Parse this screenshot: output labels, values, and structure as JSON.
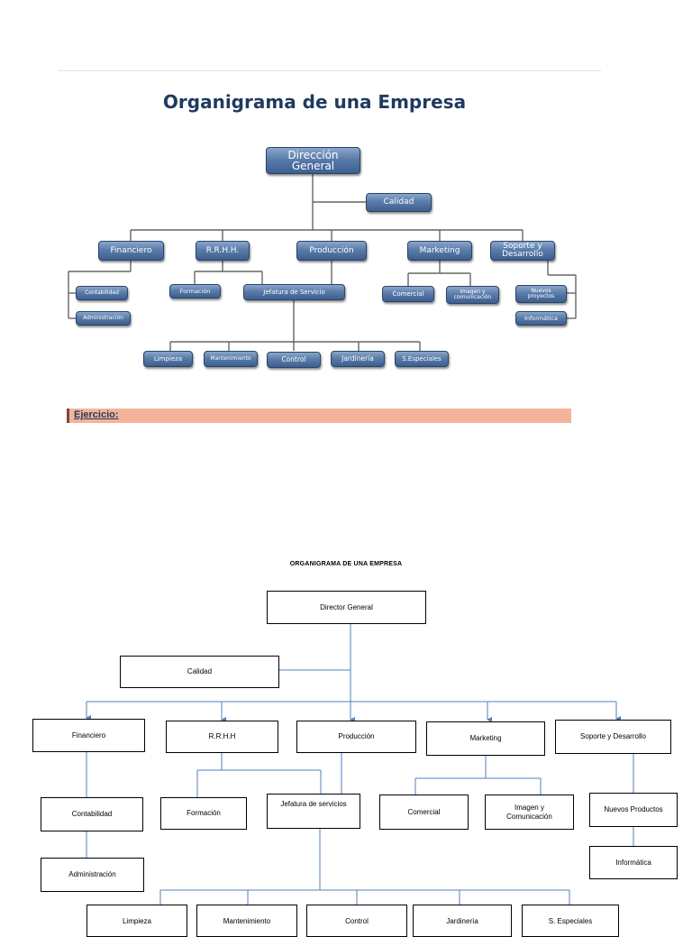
{
  "top_figure": {
    "title": "Organigrama de una Empresa",
    "direccion": "Dirección\nGeneral",
    "calidad": "Calidad",
    "financiero": "Financiero",
    "rrhh": "R.R.H.H.",
    "produccion": "Producción",
    "marketing": "Marketing",
    "soporte": "Soporte y\nDesarrollo",
    "contabilidad": "Contabilidad",
    "administracion": "Administración",
    "formacion": "Formación",
    "jefatura": "Jefatura de Servicio",
    "comercial": "Comercial",
    "imagen": "Imagen y\ncomunicación",
    "nuevos": "Nuevos\nproyectos",
    "informatica": "Informática",
    "limpieza": "Limpieza",
    "mantenimiento": "Mantenimiento",
    "control": "Control",
    "jardineria": "Jardinería",
    "especiales": "S.Especiales",
    "exercise_label": "Ejercicio:"
  },
  "bottom_chart": {
    "title": "ORGANIGRAMA DE UNA EMPRESA",
    "director": "Director General",
    "calidad": "Calidad",
    "financiero": "Financiero",
    "rrhh": "R.R.H.H",
    "produccion": "Producción",
    "marketing": "Marketing",
    "soporte": "Soporte y Desarrollo",
    "contabilidad": "Contabilidad",
    "administracion": "Administración",
    "formacion": "Formación",
    "jefatura": "Jefatura de servicios",
    "comercial": "Comercial",
    "imagen": "Imagen y\nComunicación",
    "nuevos": "Nuevos Productos",
    "informatica": "Informática",
    "limpieza": "Limpieza",
    "mantenimiento": "Mantenimiento",
    "control": "Control",
    "jardineria": "Jardinería",
    "especiales": "S. Especiales"
  },
  "colors": {
    "top_title": "#1f3a5f",
    "box_gradient_top": "#8aa6c9",
    "box_gradient_bottom": "#3d5f8f",
    "exercise_bar": "#f4b39a",
    "bottom_connector": "#4f81bd"
  }
}
